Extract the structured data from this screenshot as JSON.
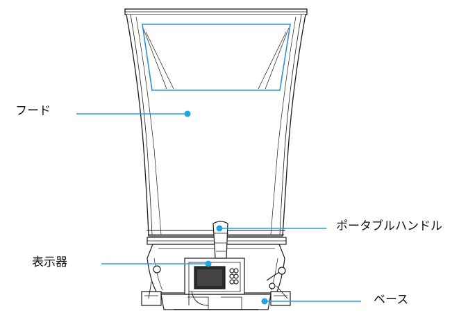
{
  "labels": {
    "hood": "フード",
    "handle": "ポータブルハンドル",
    "display": "表示器",
    "base": "ベース"
  },
  "colors": {
    "callout": "#1AA7E0",
    "outline": "#1a1a1a",
    "blue_edge": "#2F8FD6",
    "background": "#ffffff"
  }
}
